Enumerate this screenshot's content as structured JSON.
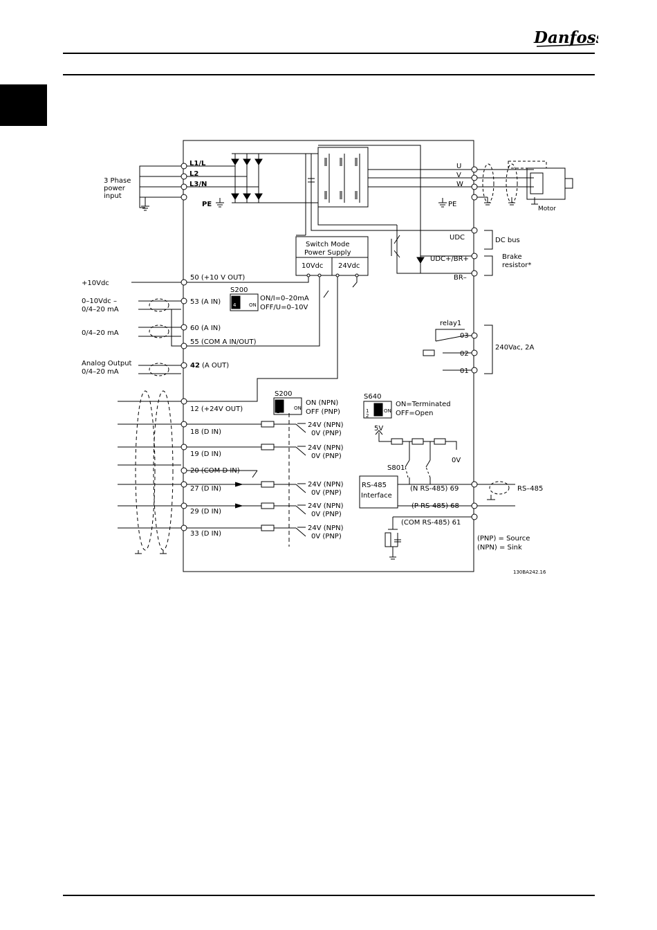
{
  "brand": {
    "logo_text": "Danfoss"
  },
  "header": {
    "chapter_tab_color": "#000000"
  },
  "diagram": {
    "supply": {
      "input_label": [
        "3 Phase",
        "power",
        "input"
      ],
      "l1": "L1/L",
      "l2": "L2",
      "l3": "L3/N",
      "pe": "PE"
    },
    "motor": {
      "u": "U",
      "v": "V",
      "w": "W",
      "pe": "PE",
      "label": "Motor"
    },
    "dc": {
      "udc": "UDC",
      "udcbr": "UDC+/BR+",
      "br": "BR–",
      "dcbus": "DC bus",
      "brake1": "Brake",
      "brake2": "resistor*"
    },
    "smps": {
      "line1": "Switch Mode",
      "line2": "Power Supply",
      "v10": "10Vdc",
      "v24": "24Vdc"
    },
    "analog": {
      "plus10": "+10Vdc",
      "a1": "0–10Vdc –",
      "a2": "0/4–20 mA",
      "a3": "0/4–20 mA",
      "ao1": "Analog Output",
      "ao2": "0/4–20 mA",
      "t50": "50 (+10 V OUT)",
      "t53": "53 (A IN)",
      "t60": "60 (A IN)",
      "t55": "55 (COM A IN/OUT)",
      "t42": "42",
      "t42b": "(A OUT)",
      "s200": "S200",
      "s200_on": "ON/I=0–20mA",
      "s200_off": "OFF/U=0–10V",
      "sw4": "4",
      "swon": "ON"
    },
    "relay": {
      "label": "relay1",
      "t03": "03",
      "t02": "02",
      "t01": "01",
      "rating": "240Vac, 2A"
    },
    "digital": {
      "t12": "12 (+24V OUT)",
      "t18": "18 (D IN)",
      "t19": "19 (D IN)",
      "t20": "20 (COM D IN)",
      "t27": "27 (D IN)",
      "t29": "29 (D IN)",
      "t33": "33 (D IN)",
      "s200": "S200",
      "on_npn": "ON (NPN)",
      "off_pnp": "OFF (PNP)",
      "v24": "24V (NPN)",
      "v0": "0V (PNP)",
      "sw1": "1",
      "sw2": "2",
      "swon": "ON"
    },
    "rs485": {
      "s640": "S640",
      "terminated": "ON=Terminated",
      "open": "OFF=Open",
      "v5": "5V",
      "v0": "0V",
      "s801": "S801",
      "iface1": "RS-485",
      "iface2": "Interface",
      "t69": "(N RS-485) 69",
      "t68": "(P RS-485) 68",
      "t61": "(COM RS-485) 61",
      "bus": "RS–485",
      "pnp": "(PNP)  =  Source",
      "npn": "(NPN)  =  Sink"
    },
    "code": "130BA242.16"
  }
}
